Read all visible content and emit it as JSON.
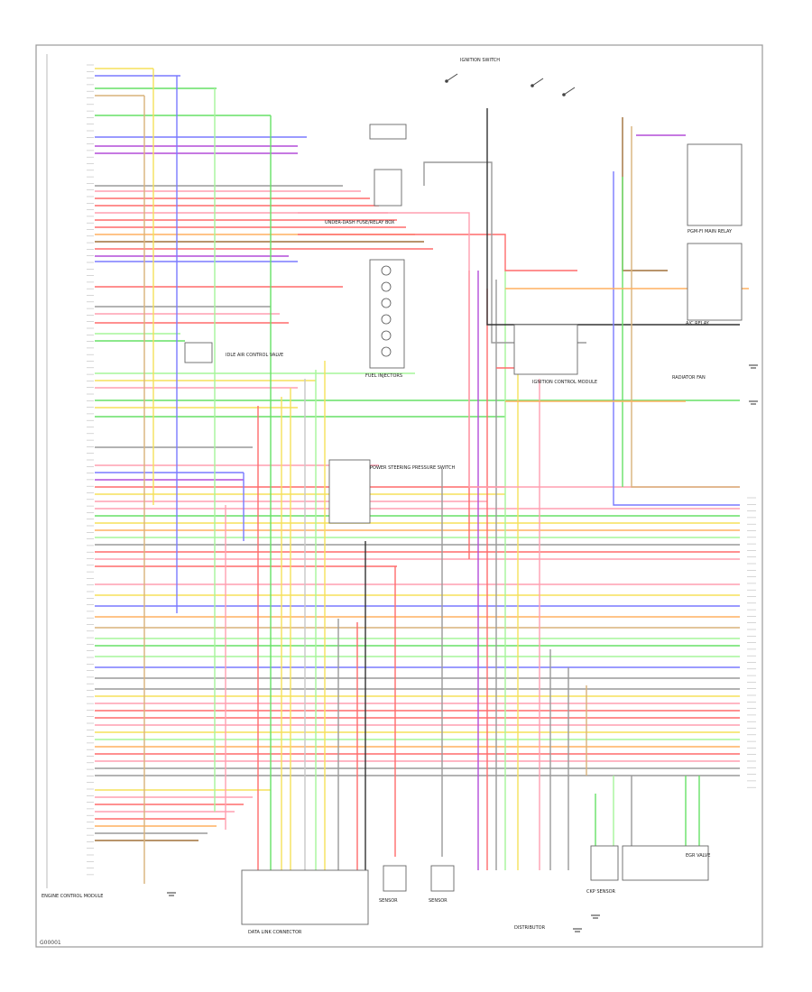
{
  "figure_code": "G00001",
  "colors": {
    "frame": "#999999",
    "red": "#ff6b6b",
    "pink": "#ff9fb0",
    "blue": "#7a7aff",
    "purple": "#b34dd9",
    "green": "#66e066",
    "lightgreen": "#a6f59a",
    "yellow": "#f5e05a",
    "orange": "#ffb060",
    "gray": "#9a9a9a",
    "black": "#333333",
    "tan": "#d9b27a",
    "brown": "#a0703a",
    "white": "#c8c8c8"
  },
  "components": [
    {
      "id": "ecm",
      "label": "ENGINE CONTROL MODULE"
    },
    {
      "id": "fuse-box",
      "label": "UNDER-DASH FUSE/RELAY BOX"
    },
    {
      "id": "main-relay",
      "label": "PGM-FI MAIN RELAY"
    },
    {
      "id": "dlc",
      "label": "DATA LINK CONNECTOR"
    },
    {
      "id": "ignition-switch",
      "label": "IGNITION SWITCH"
    },
    {
      "id": "fuel-injectors",
      "label": "FUEL INJECTORS"
    },
    {
      "id": "icm",
      "label": "IGNITION CONTROL MODULE"
    },
    {
      "id": "power-steering",
      "label": "POWER STEERING PRESSURE SWITCH"
    },
    {
      "id": "iac-valve",
      "label": "IDLE AIR CONTROL VALVE"
    },
    {
      "id": "sensor-1",
      "label": "SENSOR"
    },
    {
      "id": "sensor-2",
      "label": "SENSOR"
    },
    {
      "id": "distributor",
      "label": "DISTRIBUTOR"
    },
    {
      "id": "ckp",
      "label": "CKP SENSOR"
    },
    {
      "id": "egr-valve",
      "label": "EGR VALVE"
    },
    {
      "id": "a-c-relay",
      "label": "A/C RELAY"
    },
    {
      "id": "radiator-fan",
      "label": "RADIATOR FAN"
    }
  ]
}
